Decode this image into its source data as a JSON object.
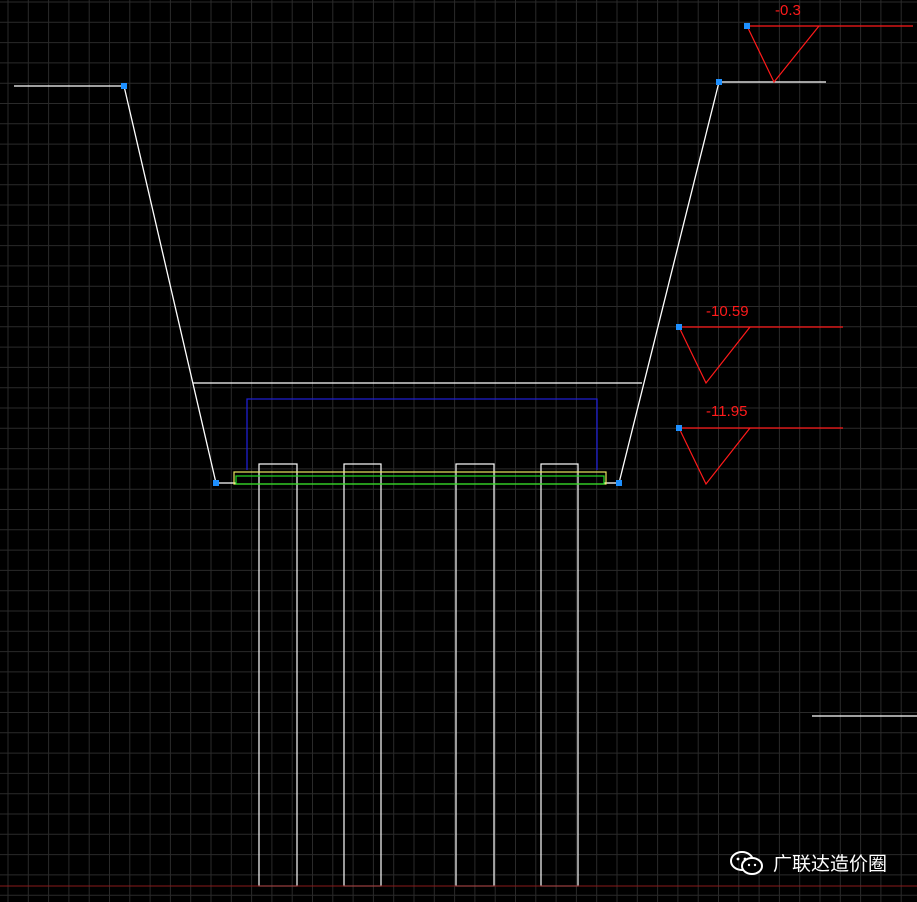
{
  "elevations": [
    {
      "id": "top",
      "label": "-0.3"
    },
    {
      "id": "mid",
      "label": "-10.59"
    },
    {
      "id": "low",
      "label": "-11.95"
    }
  ],
  "watermark": {
    "text": "广联达造价圈",
    "icon": "wechat-icon"
  },
  "colors": {
    "background": "#000000",
    "grid": "#2a2a2a",
    "outline": "#ffffff",
    "elevation": "#ff1a1a",
    "grip": "#1e90ff",
    "blue_box": "#1f1fd0",
    "cap_yellow": "#e8e860",
    "cap_green": "#22dd22"
  }
}
